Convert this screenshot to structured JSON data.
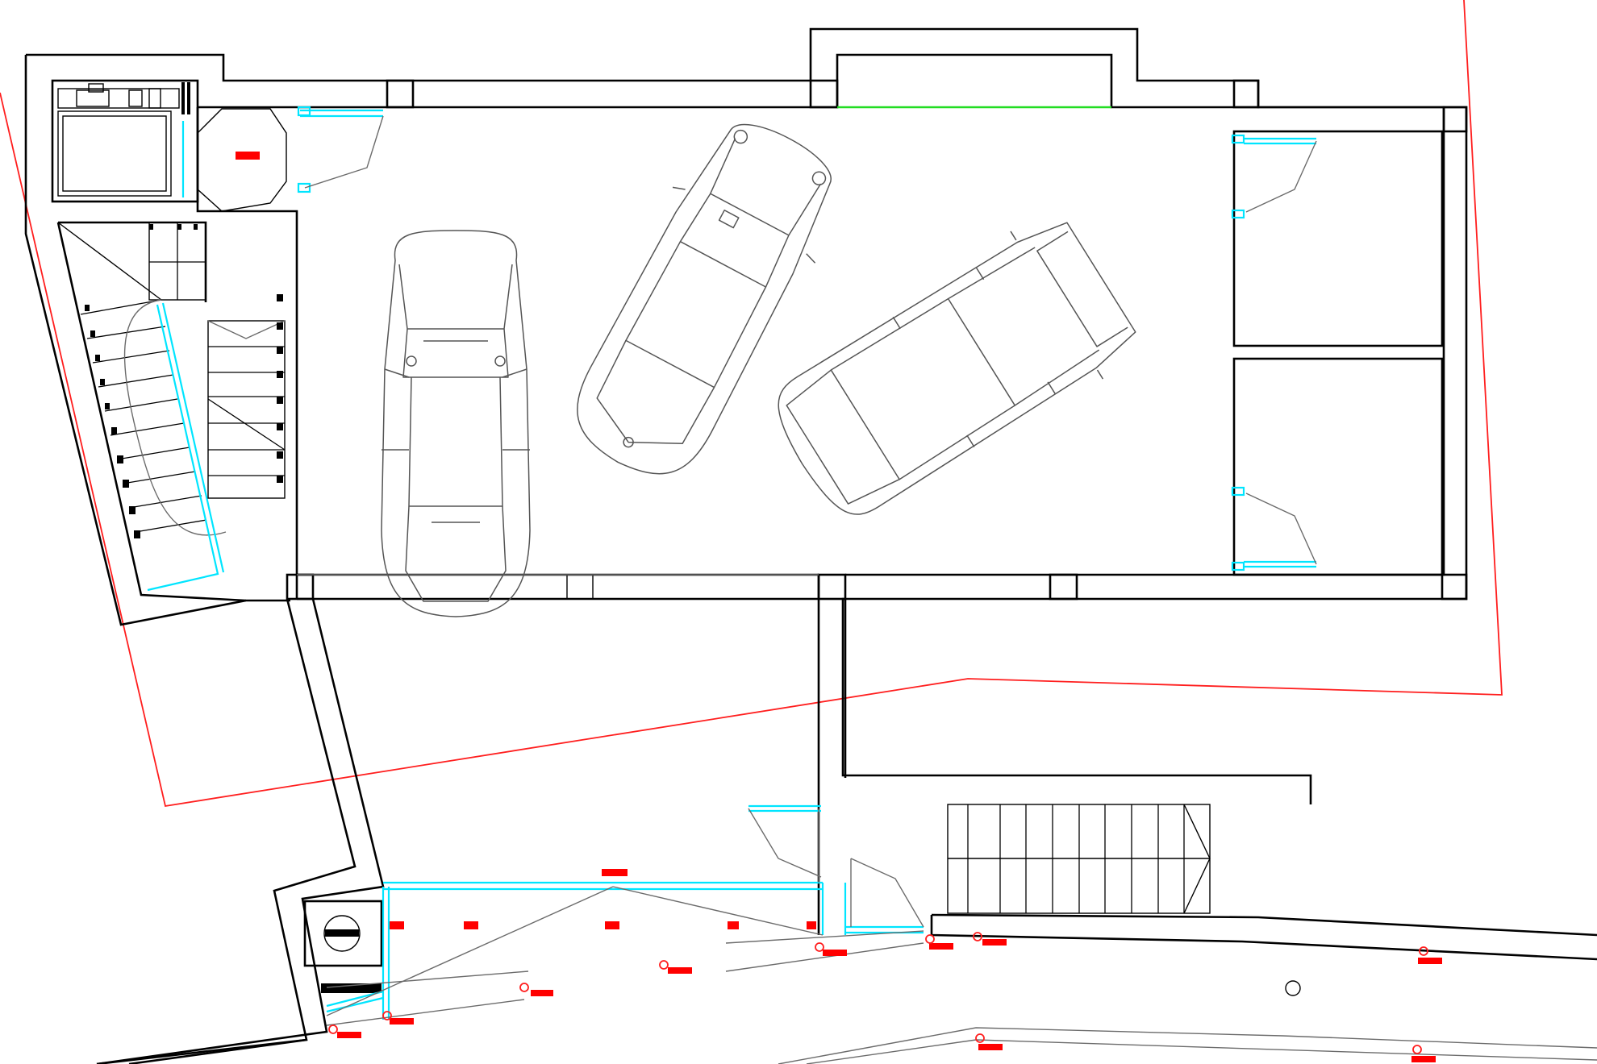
{
  "drawing": {
    "type": "architectural floor plan",
    "colors": {
      "walls": "#000000",
      "doors_windows": "#00e5ff",
      "property_line": "#ff1e1e",
      "markers": "#ff0000",
      "opening": "#22dd22",
      "vehicles": "#555555"
    },
    "vehicles": [
      {
        "name": "car-sedan-vertical"
      },
      {
        "name": "car-sports-angled"
      },
      {
        "name": "car-suv-angled"
      }
    ],
    "rooms": [
      {
        "name": "garage"
      },
      {
        "name": "stair-hall"
      },
      {
        "name": "storage-room-upper"
      },
      {
        "name": "storage-room-lower"
      },
      {
        "name": "utility-room"
      },
      {
        "name": "exterior-stair"
      },
      {
        "name": "entry-path"
      }
    ]
  }
}
